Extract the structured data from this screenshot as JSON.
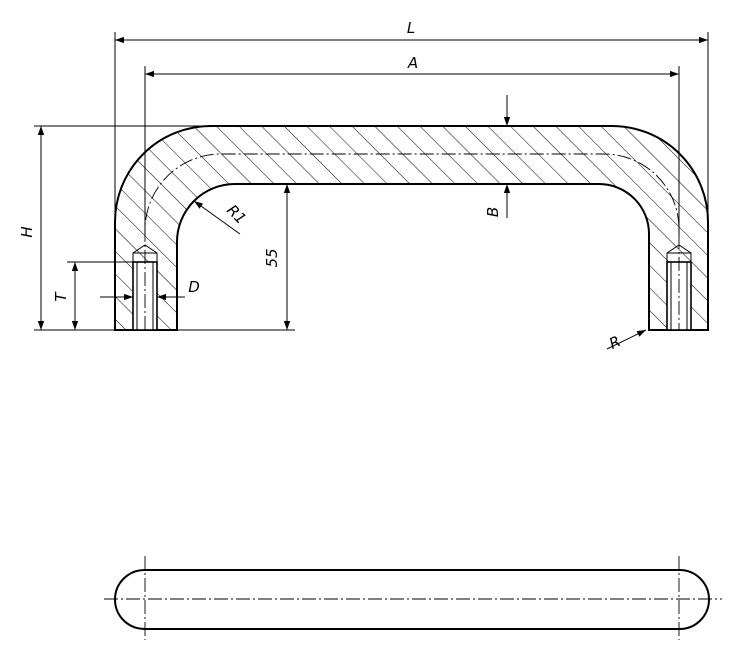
{
  "labels": {
    "L": "L",
    "A": "A",
    "H": "H",
    "B": "B",
    "R1": "R1",
    "dim55": "55",
    "T": "T",
    "D": "D",
    "R": "R"
  }
}
